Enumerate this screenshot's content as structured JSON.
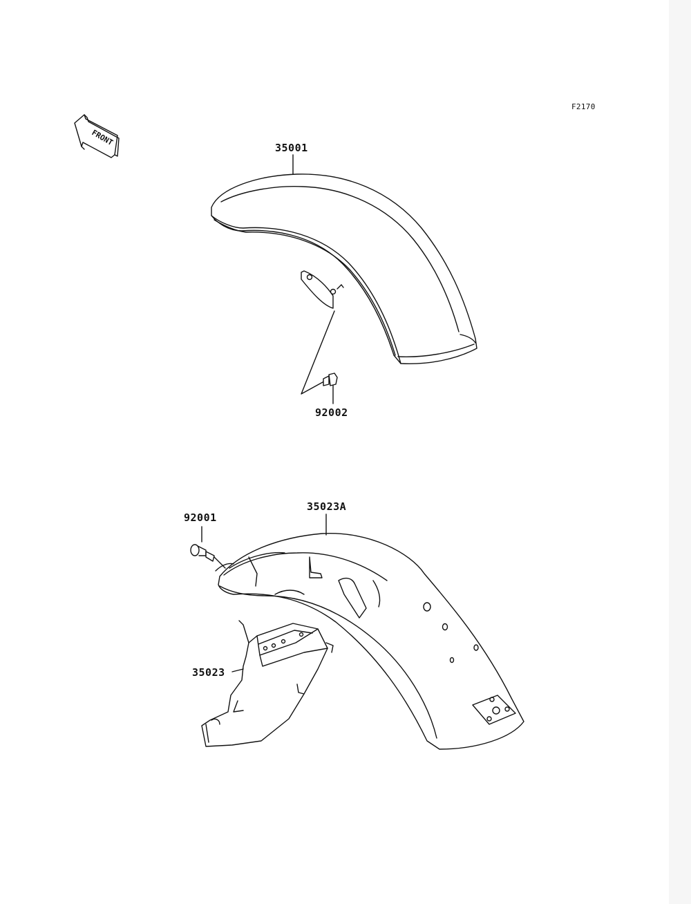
{
  "figure_code": "F2170",
  "front_arrow_text": "FRONT",
  "parts": {
    "front_fender": "35001",
    "front_fender_bolt": "92002",
    "rear_fender": "35023A",
    "rear_fender_inner": "35023",
    "rear_fender_bolt": "92001"
  }
}
